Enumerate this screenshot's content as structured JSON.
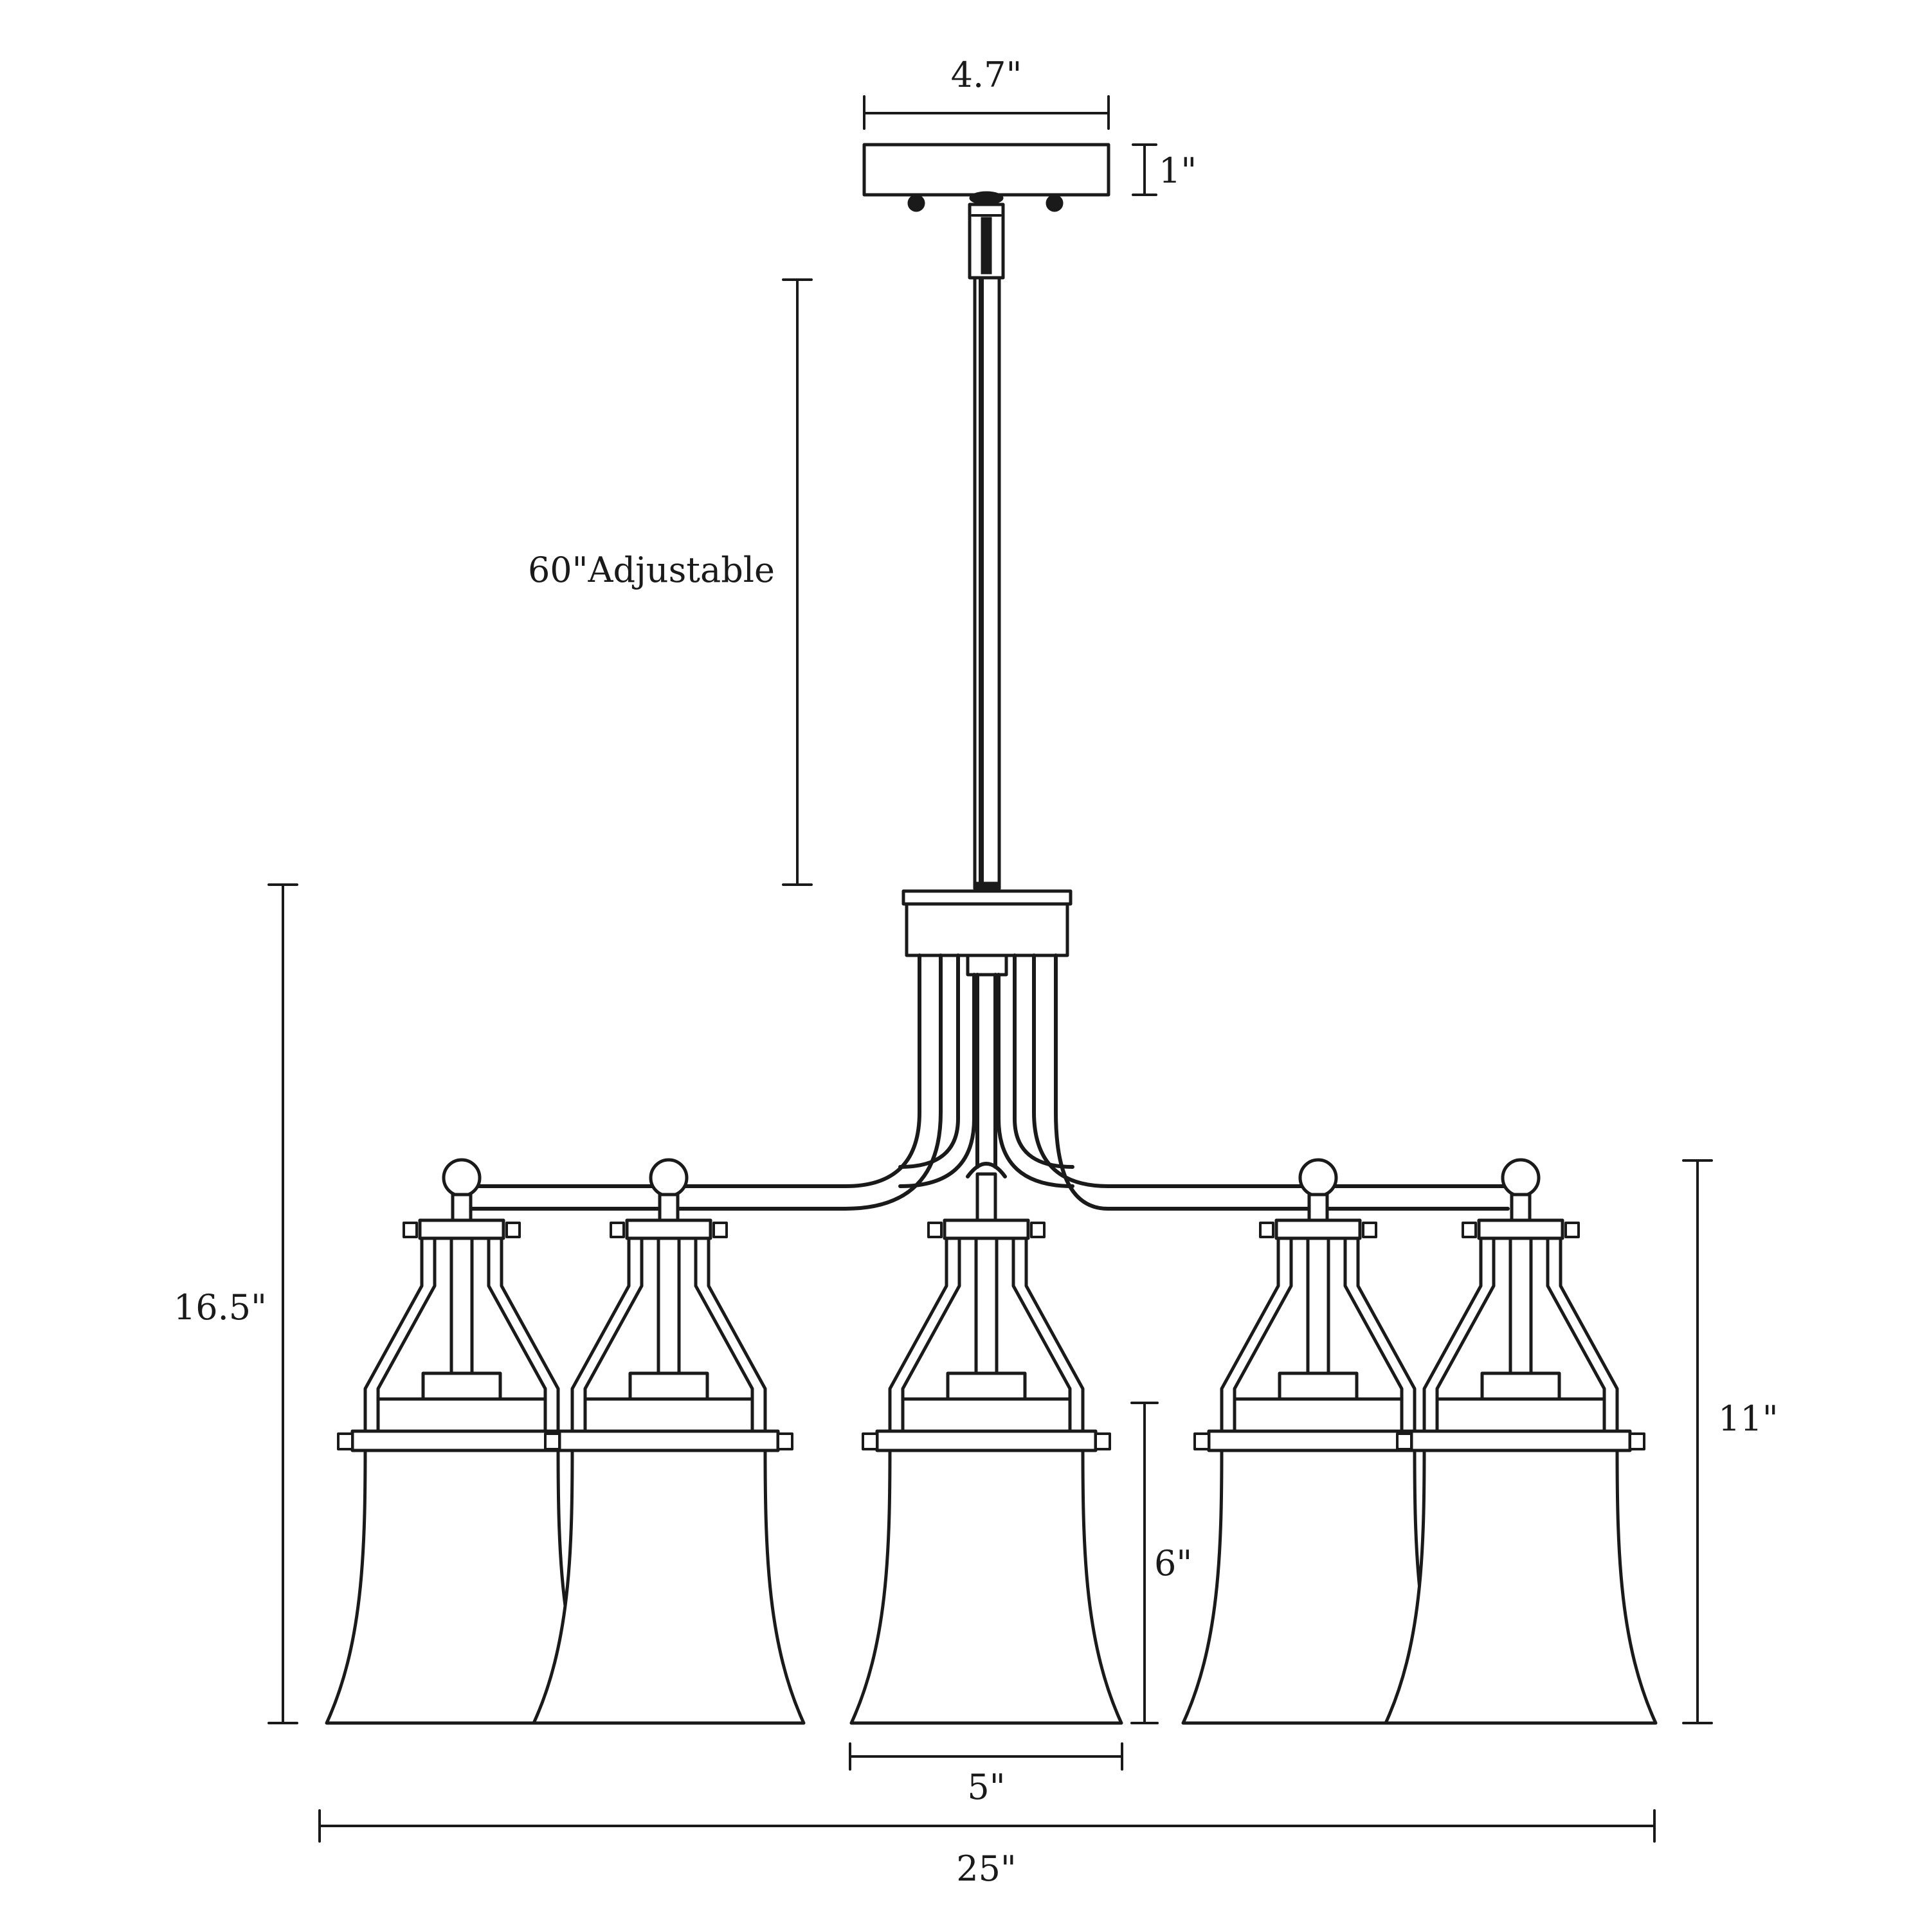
{
  "colors": {
    "line": "#1a1a1a",
    "background": "#ffffff"
  },
  "dimensions": {
    "canopy_width": "4.7\"",
    "canopy_height": "1\"",
    "rod_length": "60\"Adjustable",
    "overall_height": "16.5\"",
    "shade_height": "6\"",
    "fixture_height": "11\"",
    "shade_width": "5\"",
    "overall_width": "25\""
  },
  "lamp_count": 5
}
